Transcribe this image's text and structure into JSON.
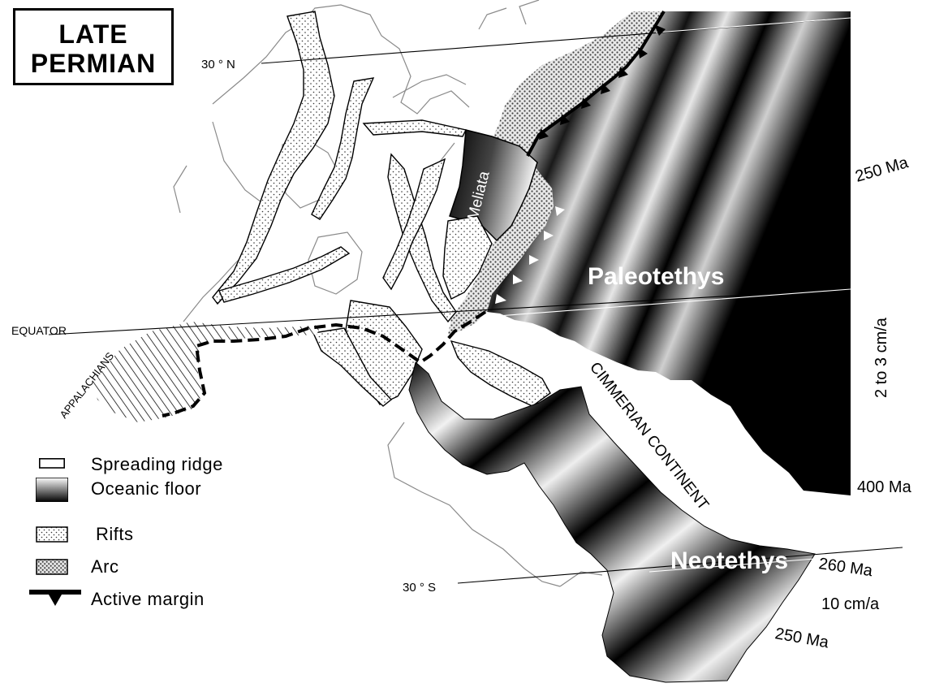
{
  "title": {
    "line1": "LATE",
    "line2": "PERMIAN"
  },
  "latitudes": {
    "north": "30 ° N",
    "equator": "EQUATOR",
    "south": "30 ° S"
  },
  "features": {
    "appalachians": "APPALACHIANS",
    "meliata": "Meliata",
    "paleotethys": "Paleotethys",
    "neotethys": "Neotethys",
    "cimmerian_continent": "CIMMERIAN CONTINENT"
  },
  "ages": {
    "paleo_young": "250 Ma",
    "paleo_rate": "2 to 3 cm/a",
    "paleo_old": "400 Ma",
    "neo_old": "260 Ma",
    "neo_rate": "10 cm/a",
    "neo_young": "250 Ma"
  },
  "legend": {
    "items": [
      {
        "label": "Spreading ridge",
        "symbol": "spreading-ridge"
      },
      {
        "label": "Oceanic floor",
        "symbol": "oceanic-floor"
      },
      {
        "label": "Rifts",
        "symbol": "rifts"
      },
      {
        "label": "Arc",
        "symbol": "arc"
      },
      {
        "label": "Active margin",
        "symbol": "active-margin"
      }
    ]
  },
  "colors": {
    "ink": "#000000",
    "ocean": "#000000",
    "paper": "#ffffff",
    "coast": "#8a8a8a"
  }
}
